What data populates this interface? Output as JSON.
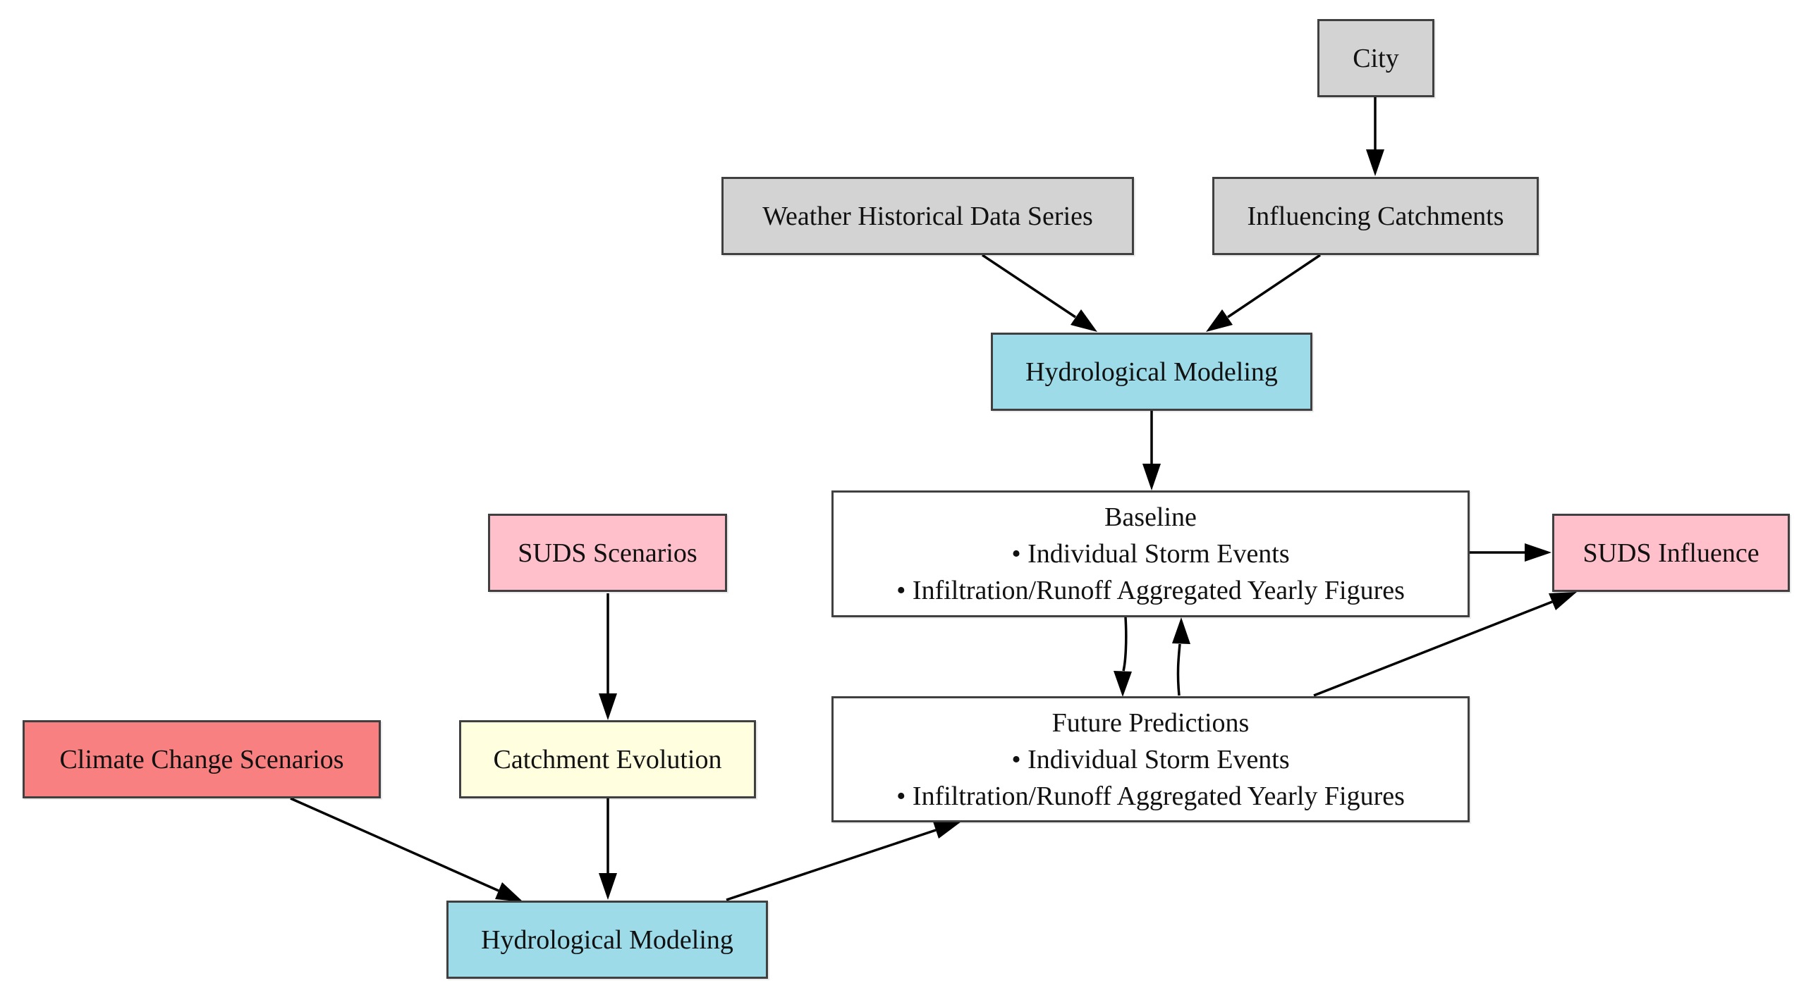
{
  "nodes": {
    "city": {
      "label": "City",
      "fill": "#d3d3d3"
    },
    "weather": {
      "label": "Weather Historical Data Series",
      "fill": "#d3d3d3"
    },
    "influencing": {
      "label": "Influencing Catchments",
      "fill": "#d3d3d3"
    },
    "hydro_top": {
      "label": "Hydrological Modeling",
      "fill": "#9ddbe8"
    },
    "baseline": {
      "title": "Baseline",
      "line1": "• Individual Storm Events",
      "line2": "• Infiltration/Runoff Aggregated Yearly Figures",
      "fill": "#ffffff"
    },
    "suds_influence": {
      "label": "SUDS Influence",
      "fill": "#ffc0cb"
    },
    "suds_scenarios": {
      "label": "SUDS Scenarios",
      "fill": "#ffc0cb"
    },
    "future": {
      "title": "Future Predictions",
      "line1": "• Individual Storm Events",
      "line2": "• Infiltration/Runoff Aggregated Yearly Figures",
      "fill": "#ffffff"
    },
    "climate": {
      "label": "Climate Change Scenarios",
      "fill": "#f88080"
    },
    "catchment_evolution": {
      "label": "Catchment Evolution",
      "fill": "#ffffe0"
    },
    "hydro_bottom": {
      "label": "Hydrological Modeling",
      "fill": "#9ddbe8"
    }
  },
  "edges": [
    {
      "from": "city",
      "to": "influencing"
    },
    {
      "from": "weather",
      "to": "hydro_top"
    },
    {
      "from": "influencing",
      "to": "hydro_top"
    },
    {
      "from": "hydro_top",
      "to": "baseline"
    },
    {
      "from": "baseline",
      "to": "suds_influence"
    },
    {
      "from": "baseline",
      "to": "future"
    },
    {
      "from": "future",
      "to": "baseline"
    },
    {
      "from": "future",
      "to": "suds_influence"
    },
    {
      "from": "suds_scenarios",
      "to": "catchment_evolution"
    },
    {
      "from": "catchment_evolution",
      "to": "hydro_bottom"
    },
    {
      "from": "climate",
      "to": "hydro_bottom"
    },
    {
      "from": "hydro_bottom",
      "to": "future"
    }
  ]
}
